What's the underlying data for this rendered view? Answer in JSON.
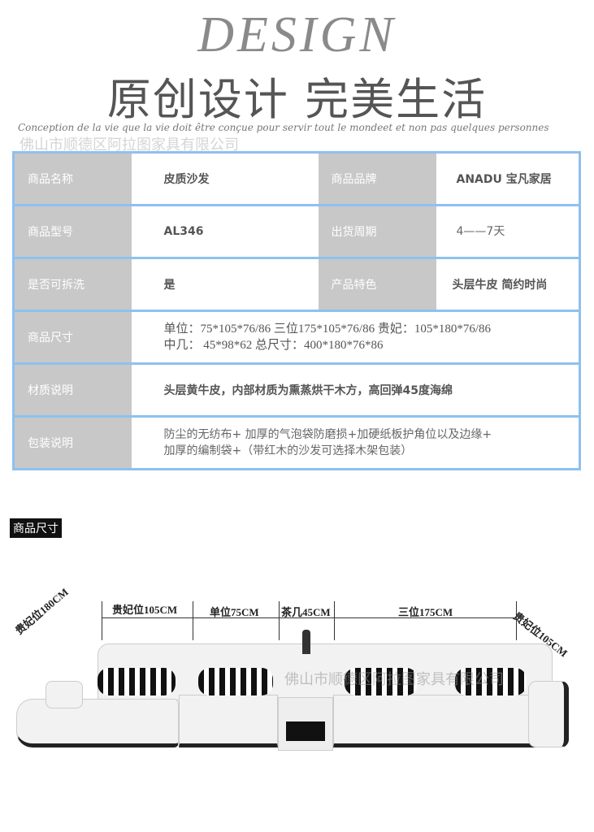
{
  "header": {
    "design": "DESIGN",
    "title": "原创设计  完美生活",
    "script": "Conception de la vie que la vie doit être conçue pour servir tout le mondeet  et non pas quelques personnes",
    "watermark": "佛山市顺德区阿拉图家具有限公司"
  },
  "table": {
    "rows": [
      {
        "l1": "商品名称",
        "v1": "皮质沙发",
        "l2": "商品品牌",
        "v2": "ANADU 宝凡家居"
      },
      {
        "l1": "商品型号",
        "v1": "AL346",
        "l2": "出货周期",
        "v2": "4——7天"
      },
      {
        "l1": "是否可拆洗",
        "v1": "是",
        "l2": "产品特色",
        "v2": "头层牛皮 简约时尚"
      },
      {
        "l1": "商品尺寸",
        "v1": "单位：75*105*76/86 三位175*105*76/86 贵妃：105*180*76/86",
        "v1b": "中几：  45*98*62 总尺寸：400*180*76*86"
      },
      {
        "l1": "材质说明",
        "v1": "头层黄牛皮，内部材质为熏蒸烘干木方，高回弹45度海绵"
      },
      {
        "l1": "包装说明",
        "v1": "防尘的无纺布+ 加厚的气泡袋防磨损+加硬纸板护角位以及边缘+",
        "v1b": "加厚的编制袋+（带红木的沙发可选择木架包装）"
      }
    ]
  },
  "size_section": {
    "title": "商品尺寸",
    "dims": {
      "chaise_depth": "贵妃位180CM",
      "chaise_width": "贵妃位105CM",
      "single": "单位75CM",
      "table": "茶几45CM",
      "three": "三位175CM",
      "right": "贵妃位105CM"
    },
    "watermark": "佛山市顺德区阿拉图家具有限公司"
  },
  "colors": {
    "border": "#8ec1ef",
    "label_bg": "#c8c8c8"
  }
}
